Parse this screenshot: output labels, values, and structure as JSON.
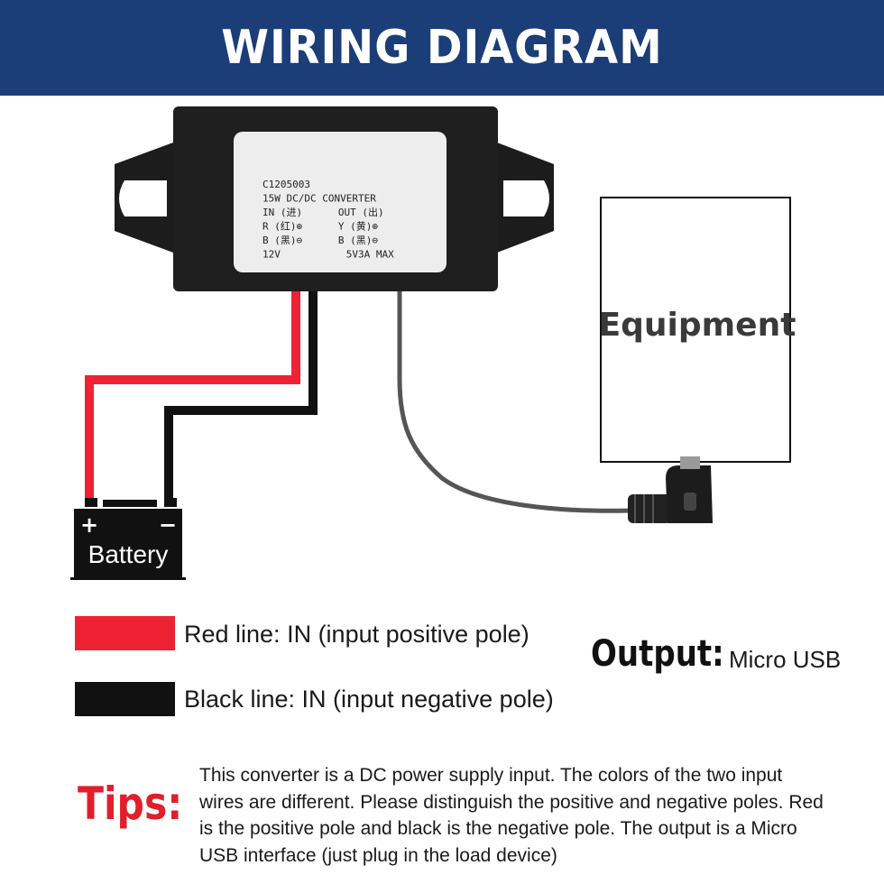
{
  "header": {
    "title": "WIRING DIAGRAM"
  },
  "colors": {
    "header_bg": "#1b3d78",
    "red_wire": "#ee2233",
    "black_wire": "#111111",
    "tips": "#e01f2b"
  },
  "converter": {
    "lines": [
      "C1205003",
      "15W DC/DC CONVERTER",
      "IN (进)      OUT (出)",
      "R (红)⊕      Y (黄)⊕",
      "B (黑)⊖      B (黑)⊖",
      "12V           5V3A MAX"
    ]
  },
  "equipment": {
    "label": "Equipment"
  },
  "battery": {
    "label": "Battery",
    "plus": "+",
    "minus": "−"
  },
  "legend": {
    "red": {
      "text": "Red line: IN (input positive pole)",
      "color": "#ee2233"
    },
    "black": {
      "text": "Black line: IN (input negative pole)",
      "color": "#111111"
    }
  },
  "output": {
    "label": "Output:",
    "value": "Micro USB"
  },
  "tips": {
    "label": "Tips:",
    "text": "This converter is a DC power supply input. The colors of the two input wires are different. Please distinguish the positive and negative poles. Red is the positive pole and black is the negative pole. The output is a Micro USB interface (just plug in the load device)"
  }
}
